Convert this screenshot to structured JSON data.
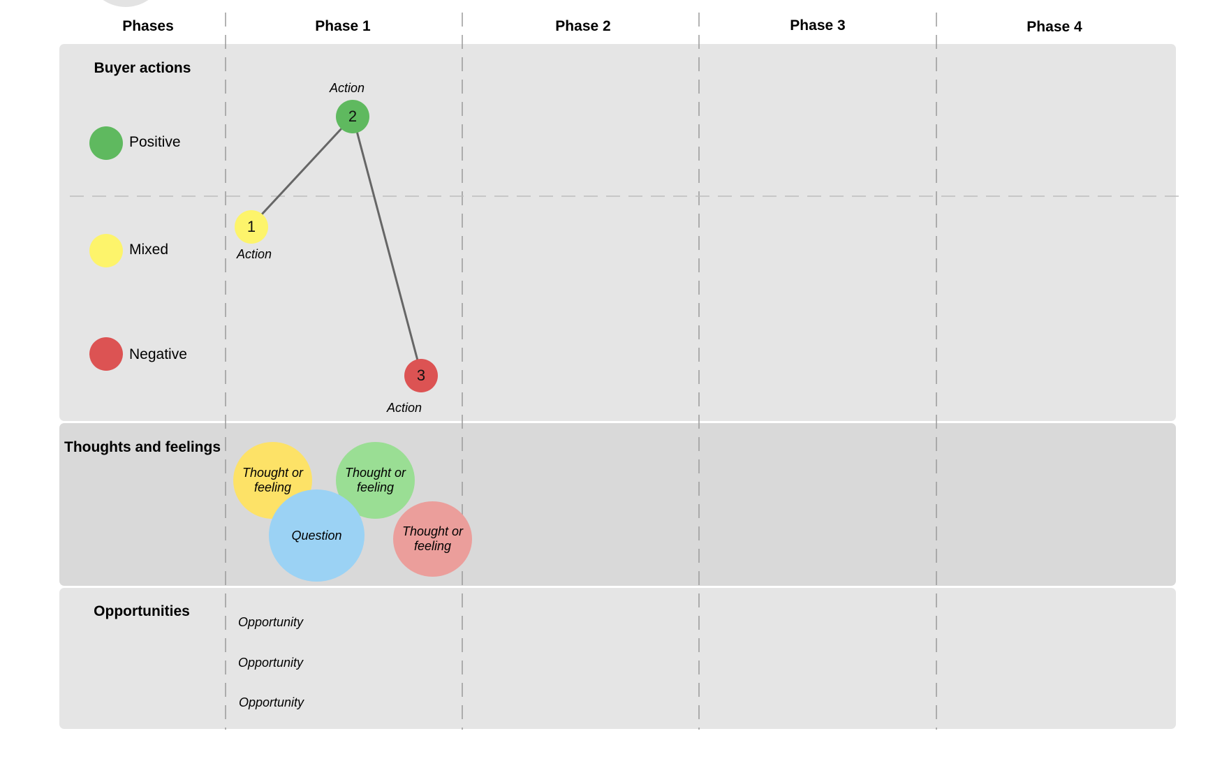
{
  "headers": {
    "phases": "Phases",
    "phase1": "Phase 1",
    "phase2": "Phase 2",
    "phase3": "Phase 3",
    "phase4": "Phase 4"
  },
  "rows": {
    "buyer_actions": "Buyer actions",
    "thoughts": "Thoughts and feelings",
    "opportunities": "Opportunities"
  },
  "legend": {
    "positive": "Positive",
    "mixed": "Mixed",
    "negative": "Negative"
  },
  "actions": [
    {
      "number": "1",
      "label": "Action",
      "sentiment": "mixed"
    },
    {
      "number": "2",
      "label": "Action",
      "sentiment": "positive"
    },
    {
      "number": "3",
      "label": "Action",
      "sentiment": "negative"
    }
  ],
  "bubbles": [
    {
      "text": "Thought or feeling",
      "color": "#fde267"
    },
    {
      "text": "Thought or feeling",
      "color": "#9ade94"
    },
    {
      "text": "Question",
      "color": "#9bd2f4"
    },
    {
      "text": "Thought or feeling",
      "color": "#eb9e9b"
    }
  ],
  "opportunities": [
    "Opportunity",
    "Opportunity",
    "Opportunity"
  ],
  "colors": {
    "positive": "#5fb95f",
    "mixed": "#fdf46b",
    "negative": "#dc5353",
    "band_light": "#e5e5e5",
    "band_dark": "#d9d9d9",
    "connector": "#666666",
    "divider": "#9a9a9a"
  }
}
